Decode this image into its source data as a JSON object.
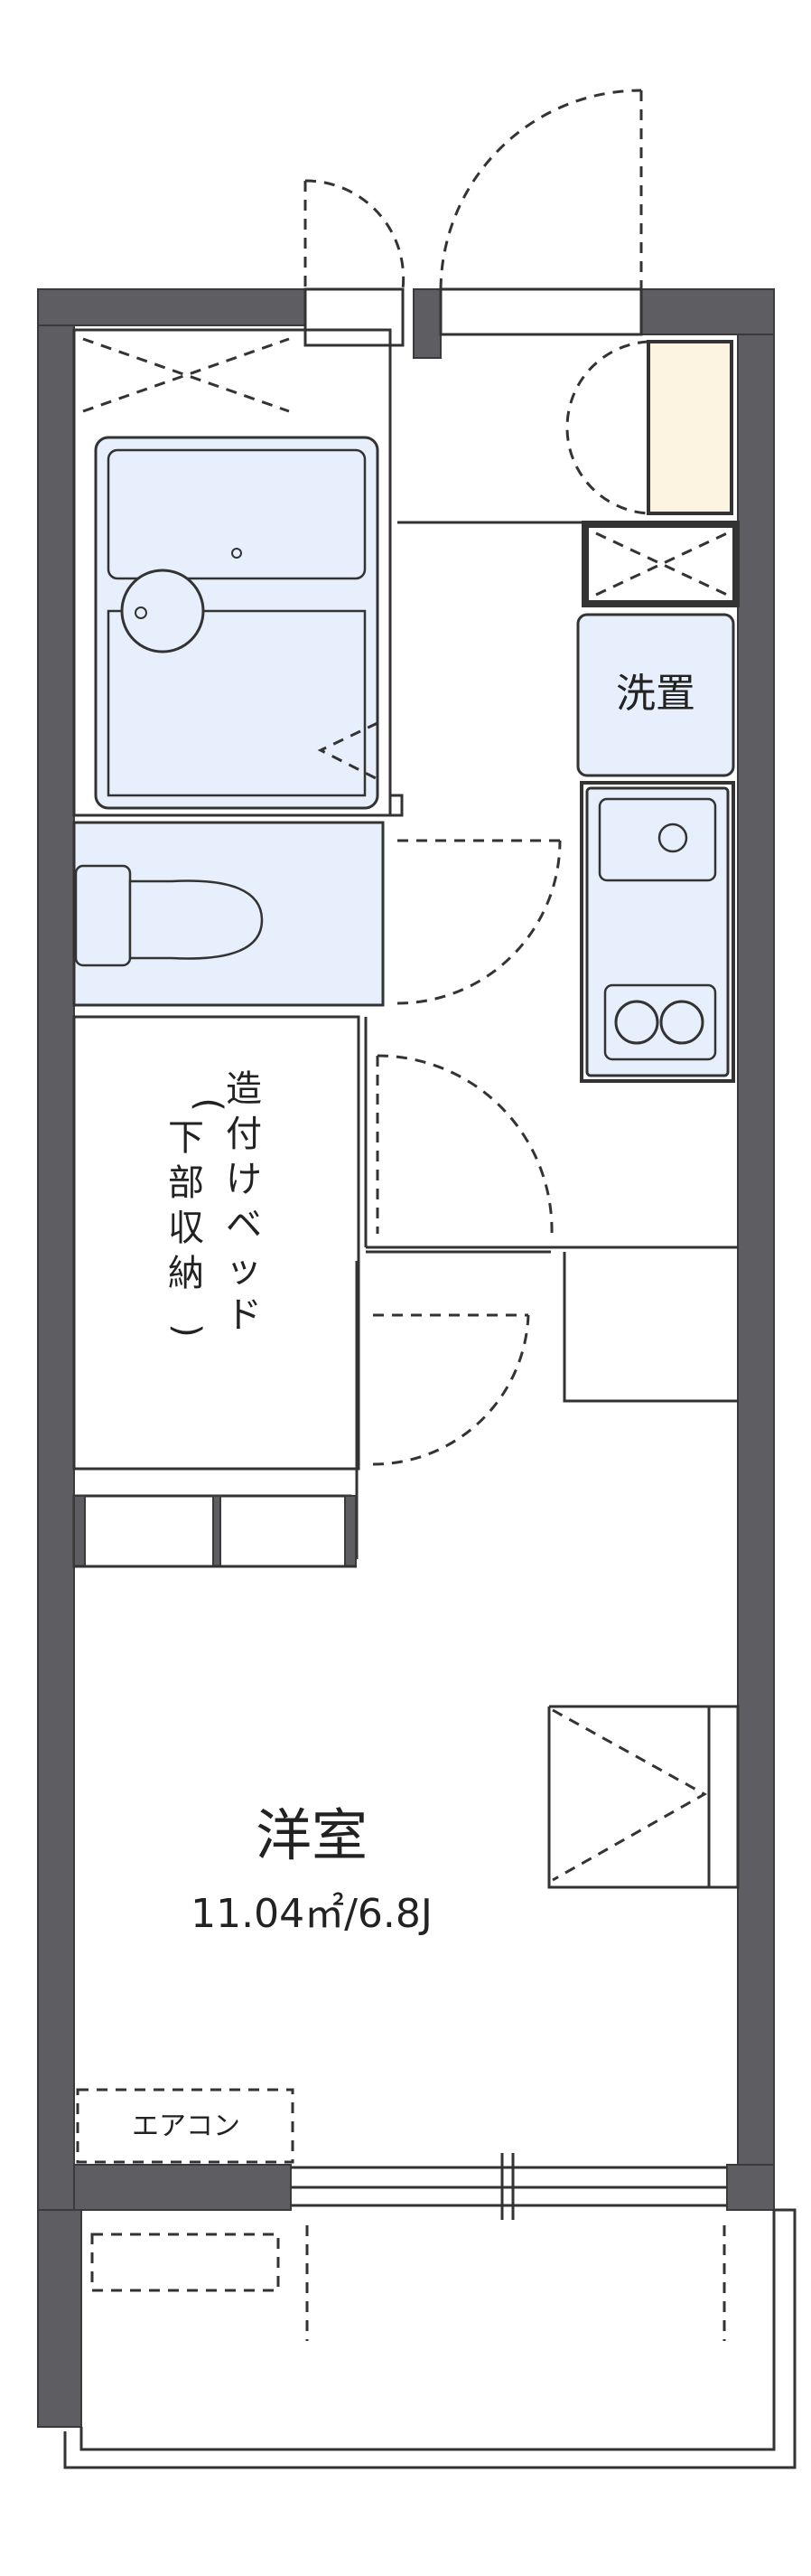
{
  "rooms": {
    "washroom_label": "洗置",
    "builtin_bed_chars": [
      "造",
      "付",
      "け",
      "ベ",
      "ッ",
      "ド"
    ],
    "under_storage_chars": [
      "(",
      "下",
      "部",
      "収",
      "納",
      ")"
    ],
    "main_room_name": "洋室",
    "main_room_area": "11.04㎡/6.8J",
    "aircon_label": "エアコン"
  },
  "colors": {
    "wall": "#5e5e62",
    "fixture_fill": "#e6effb",
    "shoe_storage_fill": "#fdf3e1",
    "line": "#333333"
  }
}
